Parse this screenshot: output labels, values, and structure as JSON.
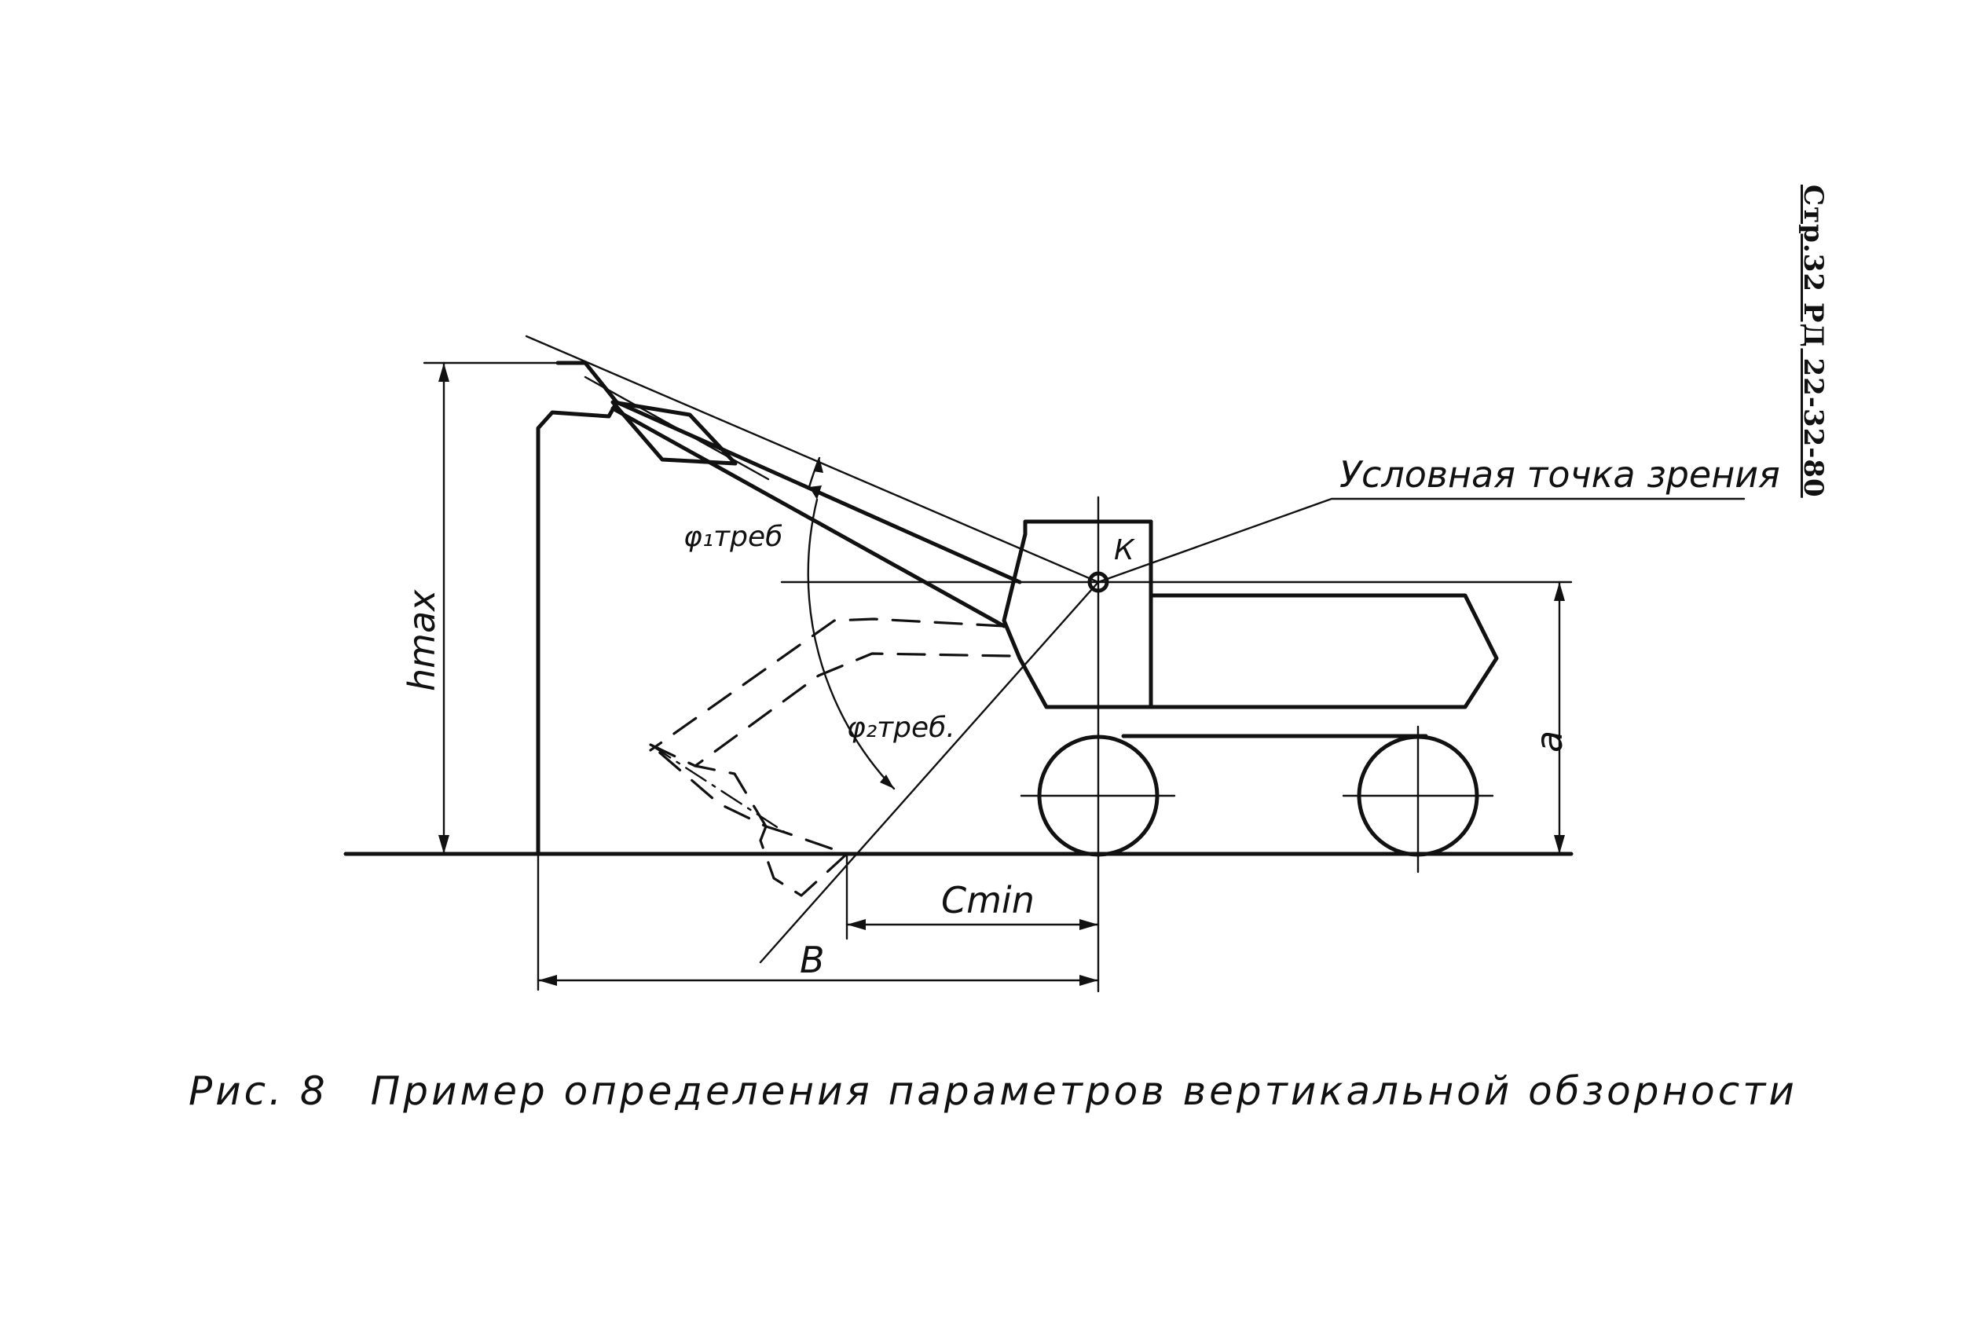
{
  "page_ref": "Стр.32 РД 22-32-80",
  "caption": {
    "fig_label": "Рис. 8",
    "text": "Пример определения параметров вертикальной обзорности"
  },
  "labels": {
    "viewpoint": "Условная точка зрения",
    "k": "К",
    "phi1": "φ₁треб",
    "phi2": "φ₂треб.",
    "hmax": "hmax",
    "a": "a",
    "cmin": "Cmin",
    "b": "B"
  },
  "colors": {
    "ink": "#111111",
    "paper": "#ffffff"
  }
}
